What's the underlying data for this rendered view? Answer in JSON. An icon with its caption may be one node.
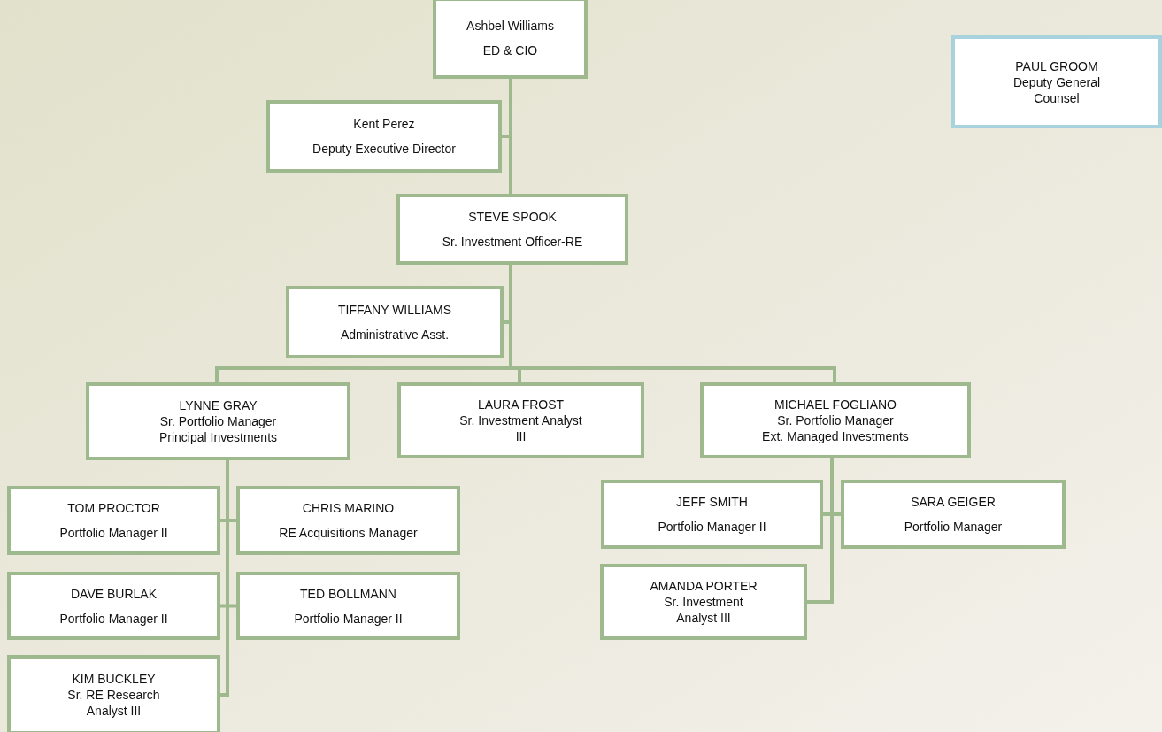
{
  "diagram": {
    "nodes": [
      {
        "text": [
          "Ashbel Williams",
          "ED & CIO"
        ]
      },
      {
        "text": [
          "Kent Perez",
          "Deputy Executive Director"
        ]
      },
      {
        "text": [
          "STEVE SPOOK",
          "Sr. Investment Officer-RE"
        ]
      },
      {
        "text": [
          "TIFFANY WILLIAMS",
          "Administrative Asst."
        ]
      },
      {
        "text": [
          "LYNNE GRAY",
          "Sr. Portfolio Manager",
          "Principal Investments"
        ]
      },
      {
        "text": [
          "LAURA FROST",
          "Sr. Investment Analyst III"
        ]
      },
      {
        "text": [
          "MICHAEL FOGLIANO",
          "Sr. Portfolio Manager",
          "Ext. Managed Investments"
        ]
      },
      {
        "text": [
          "TOM PROCTOR",
          "Portfolio Manager II"
        ]
      },
      {
        "text": [
          "CHRIS MARINO",
          "RE Acquisitions Manager"
        ]
      },
      {
        "text": [
          "DAVE BURLAK",
          "Portfolio Manager II"
        ]
      },
      {
        "text": [
          "TED BOLLMANN",
          "Portfolio Manager II"
        ]
      },
      {
        "text": [
          "KIM BUCKLEY",
          "Sr. RE Research Analyst III"
        ]
      },
      {
        "text": [
          "JEFF SMITH",
          "Portfolio Manager II"
        ]
      },
      {
        "text": [
          "SARA GEIGER",
          "Portfolio Manager"
        ]
      },
      {
        "text": [
          "AMANDA PORTER",
          "Sr. Investment Analyst III"
        ]
      },
      {
        "text": [
          "PAUL GROOM",
          "Deputy General Counsel"
        ]
      }
    ],
    "edges": [
      {
        "from": 0,
        "to": 1,
        "arrow": "none"
      },
      {
        "from": 0,
        "to": 2,
        "arrow": "none"
      },
      {
        "from": 2,
        "to": 3,
        "arrow": "none"
      },
      {
        "from": 2,
        "to": 4,
        "arrow": "none"
      },
      {
        "from": 2,
        "to": 5,
        "arrow": "none"
      },
      {
        "from": 2,
        "to": 6,
        "arrow": "none"
      },
      {
        "from": 4,
        "to": 7,
        "arrow": "none"
      },
      {
        "from": 4,
        "to": 8,
        "arrow": "none"
      },
      {
        "from": 4,
        "to": 9,
        "arrow": "none"
      },
      {
        "from": 4,
        "to": 10,
        "arrow": "none"
      },
      {
        "from": 4,
        "to": 11,
        "arrow": "none"
      },
      {
        "from": 6,
        "to": 12,
        "arrow": "none"
      },
      {
        "from": 6,
        "to": 13,
        "arrow": "none"
      },
      {
        "from": 6,
        "to": 14,
        "arrow": "none"
      }
    ]
  }
}
